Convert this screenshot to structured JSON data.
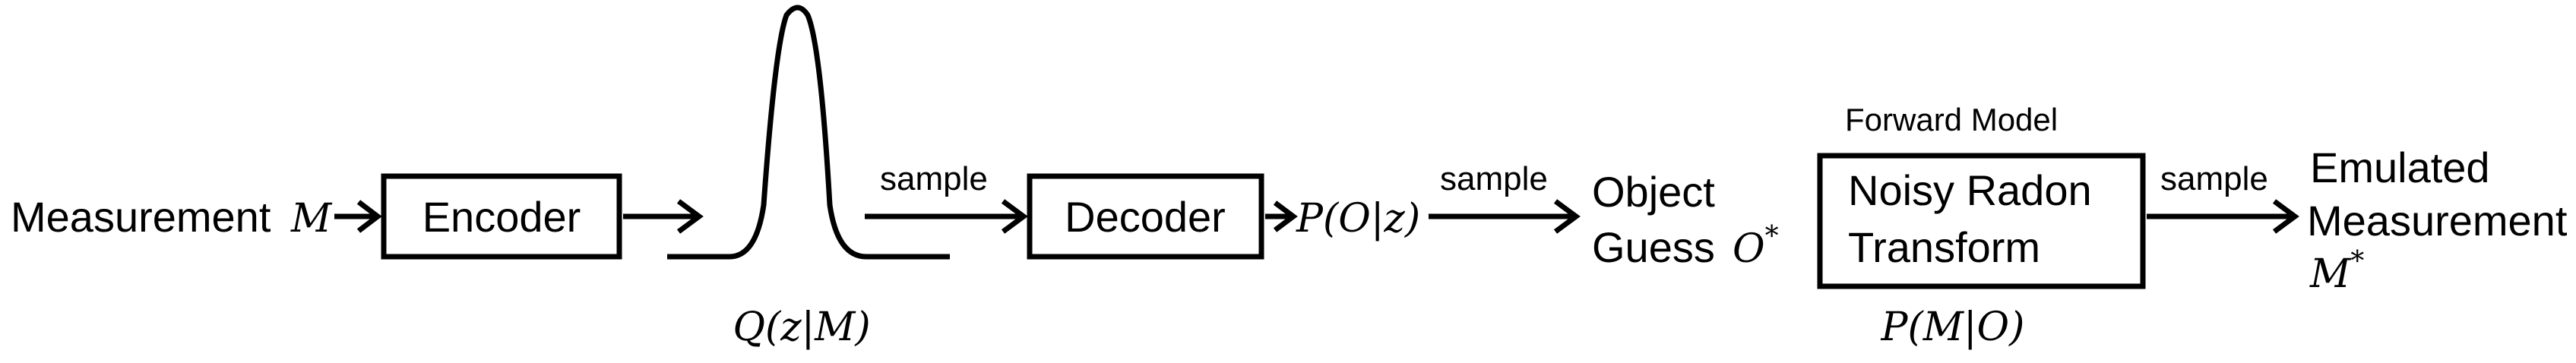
{
  "input": {
    "label": "Measurement",
    "symbol": "M"
  },
  "encoder": {
    "label": "Encoder"
  },
  "latent": {
    "distribution": "Q(z|M)"
  },
  "arrow_labels": {
    "sample_1": "sample",
    "sample_2": "sample",
    "sample_3": "sample"
  },
  "decoder": {
    "label": "Decoder",
    "output": "P(O|z)"
  },
  "object_guess": {
    "line1": "Object",
    "line2": "Guess",
    "symbol": "O*"
  },
  "forward_model": {
    "heading": "Forward Model",
    "line1": "Noisy Radon",
    "line2": "Transform",
    "distribution": "P(M|O)"
  },
  "output": {
    "line1": "Emulated",
    "line2": "Measurement",
    "symbol": "M*"
  }
}
